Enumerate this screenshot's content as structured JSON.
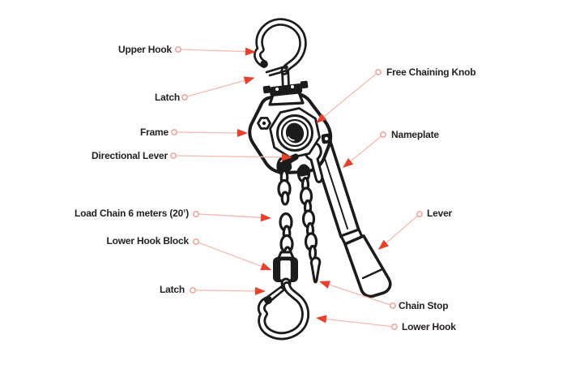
{
  "diagram": {
    "subject": "Lever chain hoist line-art diagram with labeled parts",
    "background": "#ffffff"
  },
  "colors": {
    "line_art": "#1b1b1b",
    "leader_line": "#f5b9ae",
    "arrowhead": "#e8402b",
    "leader_circle": "#ef9a8c",
    "label_text": "#262021"
  },
  "labels": {
    "left": [
      {
        "id": "upper-hook",
        "text": "Upper Hook"
      },
      {
        "id": "latch-upper",
        "text": "Latch"
      },
      {
        "id": "frame",
        "text": "Frame"
      },
      {
        "id": "directional-lever",
        "text": "Directional Lever"
      },
      {
        "id": "load-chain",
        "text": "Load Chain 6 meters (20’)"
      },
      {
        "id": "lower-hook-block",
        "text": "Lower Hook Block"
      },
      {
        "id": "latch-lower",
        "text": "Latch"
      }
    ],
    "right": [
      {
        "id": "free-chaining-knob",
        "text": "Free Chaining Knob"
      },
      {
        "id": "nameplate",
        "text": "Nameplate"
      },
      {
        "id": "lever",
        "text": "Lever"
      },
      {
        "id": "chain-stop",
        "text": "Chain Stop"
      },
      {
        "id": "lower-hook",
        "text": "Lower Hook"
      }
    ]
  },
  "illustration_parts": [
    "upper hook",
    "latch",
    "swivel clevis",
    "frame",
    "free chaining knob",
    "directional lever",
    "nameplate",
    "lever",
    "load chain",
    "slack chain",
    "chain stop",
    "lower hook block",
    "lower hook"
  ]
}
